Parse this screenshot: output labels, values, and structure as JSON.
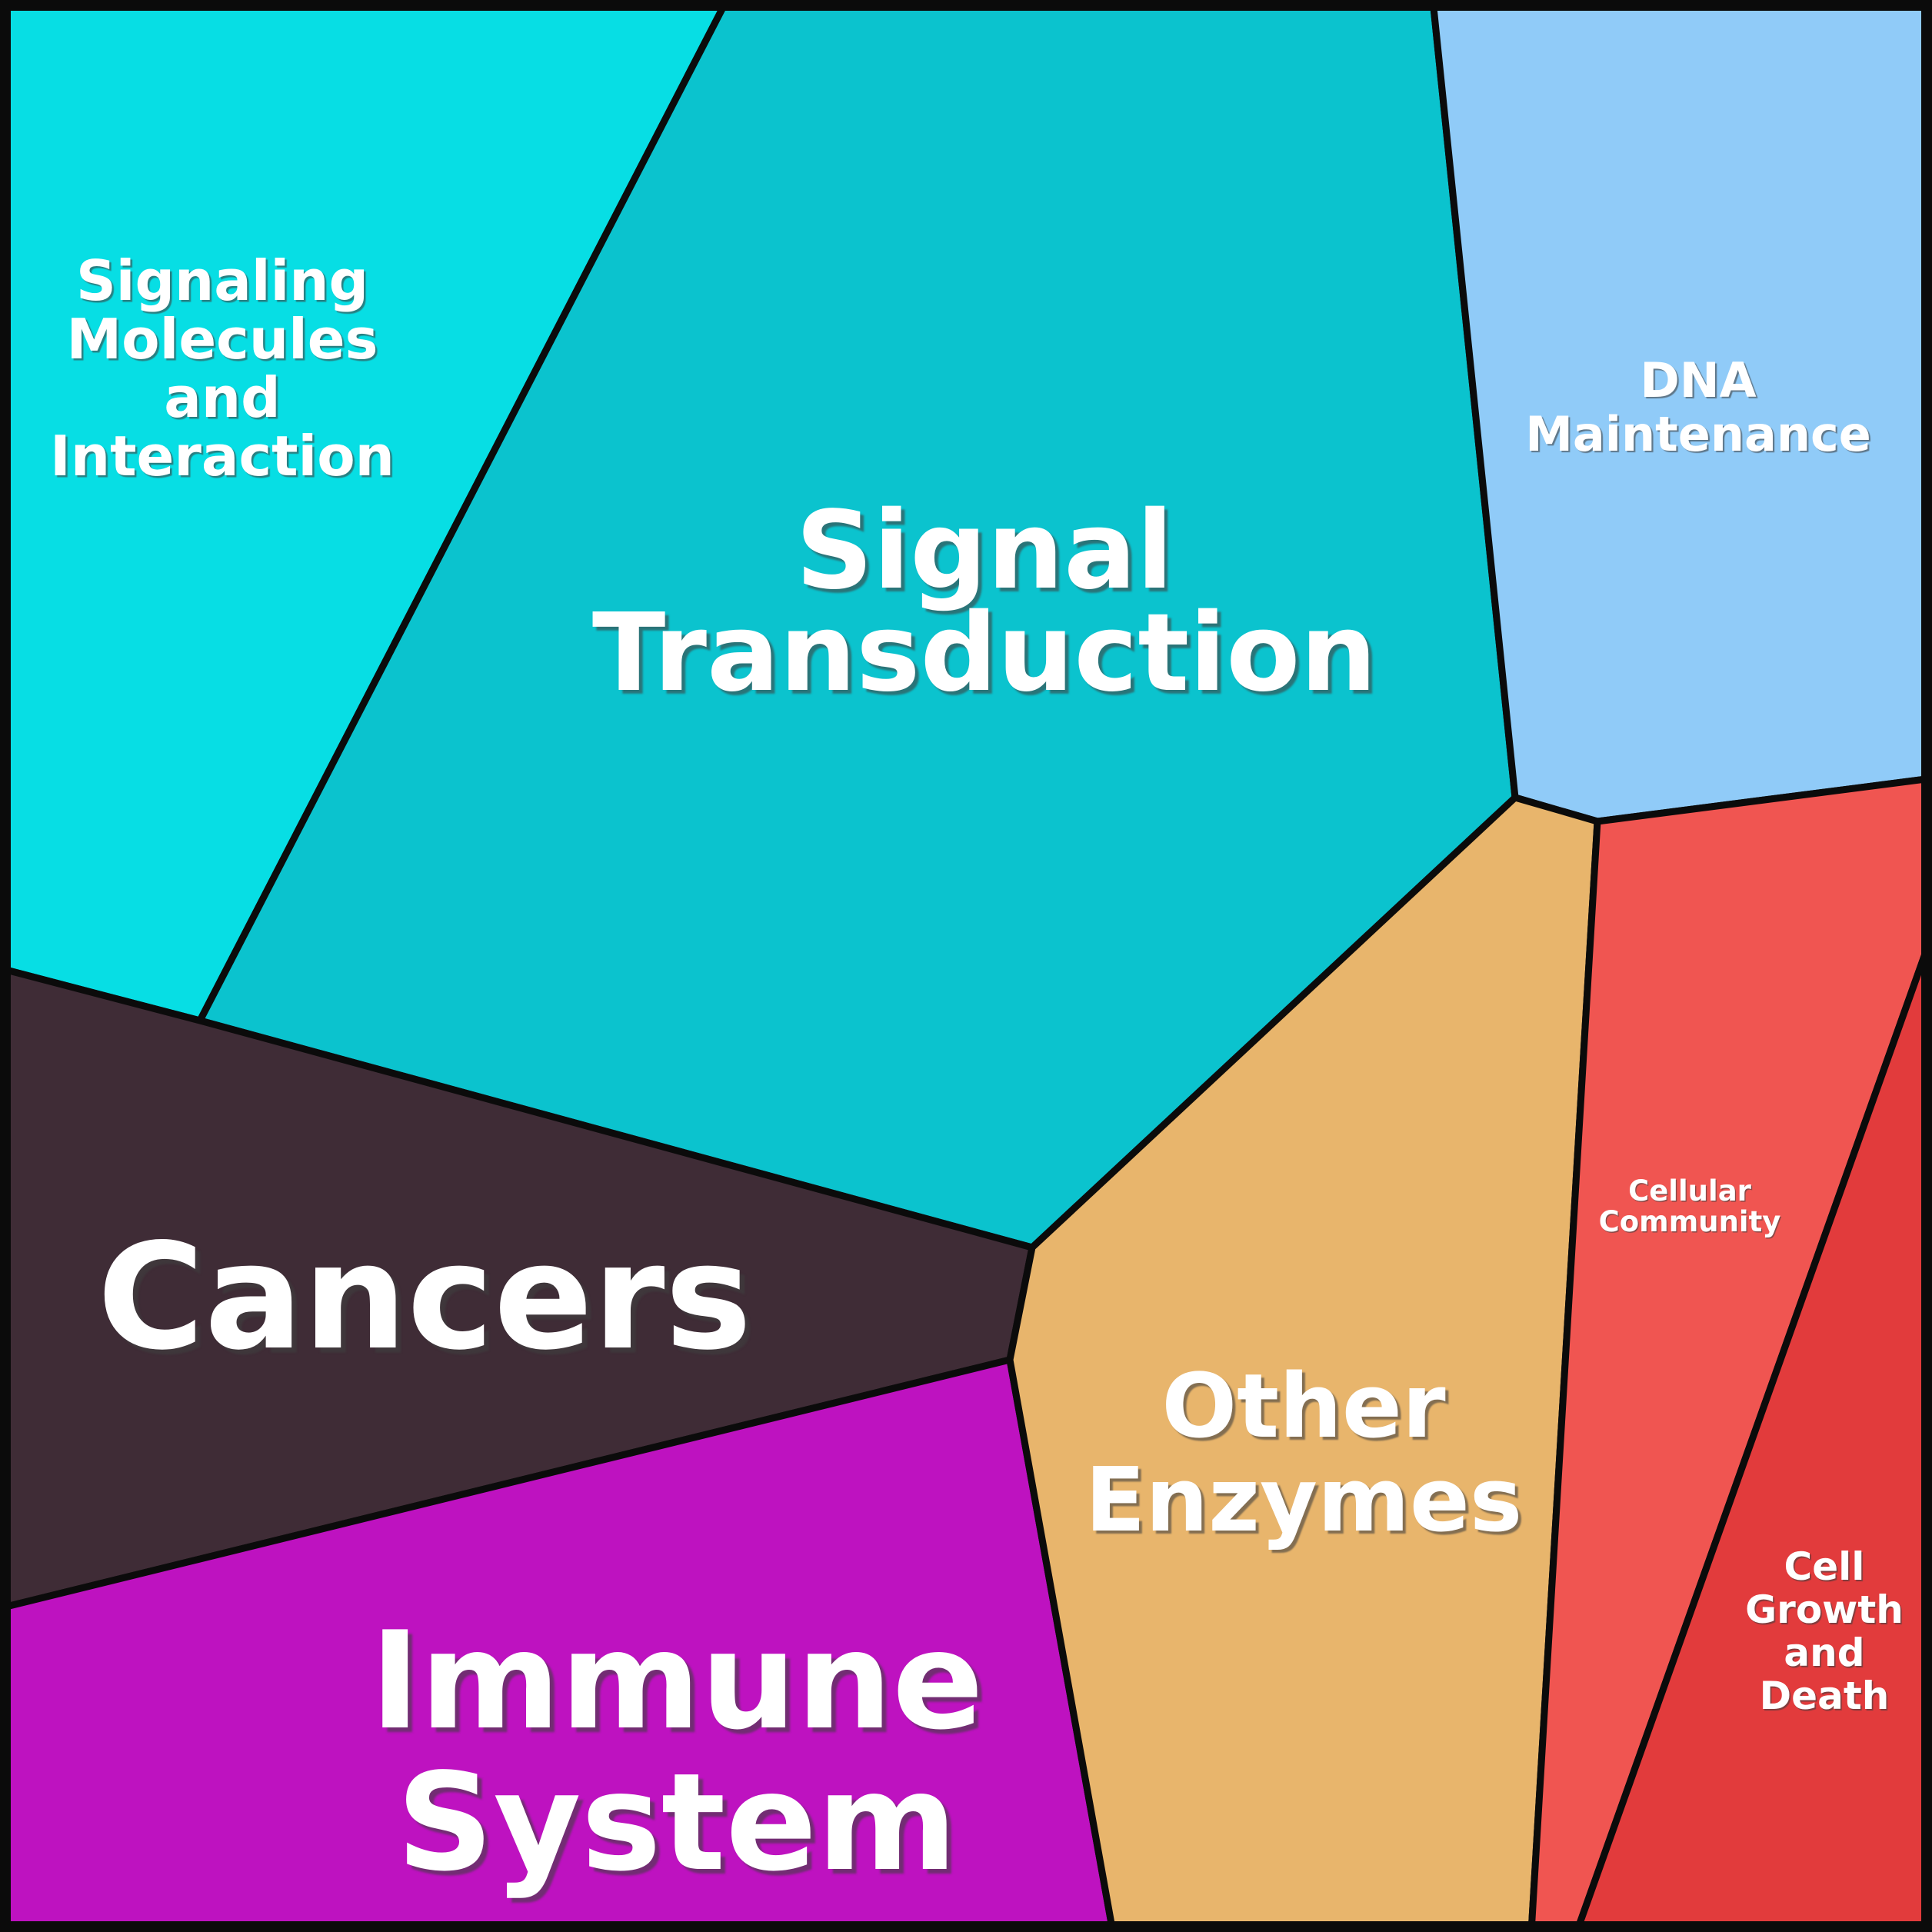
{
  "chart_data": {
    "type": "treemap",
    "variant": "voronoi",
    "categories": [
      "Signaling Molecules and Interaction",
      "Signal Transduction",
      "DNA Maintenance",
      "Cancers",
      "Immune System",
      "Other Enzymes",
      "Cellular Community",
      "Cell Growth and Death"
    ],
    "values_area_pct_estimated": [
      12.4,
      30.8,
      9.7,
      10.4,
      12.8,
      13.0,
      6.3,
      4.7
    ],
    "colors": [
      "#07DEE4",
      "#0BC3CE",
      "#90CBF8",
      "#3F2C36",
      "#BE12C0",
      "#E8B56C",
      "#F05551",
      "#E23B3C"
    ],
    "legend_position": "none",
    "gridlines": false,
    "border_color": "#0b0b0b",
    "label_color": "#ffffff"
  },
  "regions": [
    {
      "name": "Signaling Molecules and Interaction",
      "color": "#07DEE4",
      "lines": [
        "Signaling",
        "Molecules",
        "and",
        "Interaction"
      ]
    },
    {
      "name": "Signal Transduction",
      "color": "#0BC3CE",
      "lines": [
        "Signal",
        "Transduction"
      ]
    },
    {
      "name": "DNA Maintenance",
      "color": "#90CBF8",
      "lines": [
        "DNA",
        "Maintenance"
      ]
    },
    {
      "name": "Cancers",
      "color": "#3F2C36",
      "lines": [
        "Cancers"
      ]
    },
    {
      "name": "Immune System",
      "color": "#BE12C0",
      "lines": [
        "Immune",
        "System"
      ]
    },
    {
      "name": "Other Enzymes",
      "color": "#E8B56C",
      "lines": [
        "Other",
        "Enzymes"
      ]
    },
    {
      "name": "Cellular Community",
      "color": "#F05551",
      "lines": [
        "Cellular",
        "Community"
      ]
    },
    {
      "name": "Cell Growth and Death",
      "color": "#E23B3C",
      "lines": [
        "Cell",
        "Growth",
        "and",
        "Death"
      ]
    }
  ]
}
